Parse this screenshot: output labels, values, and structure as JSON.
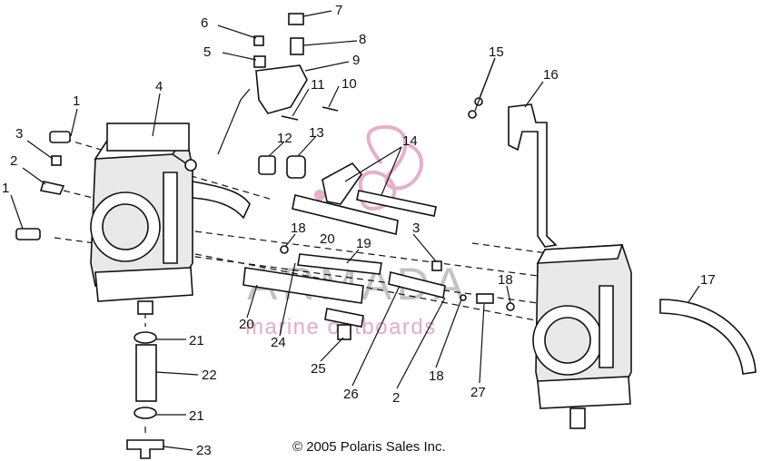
{
  "diagram": {
    "callouts": [
      "1",
      "4",
      "3",
      "2",
      "1",
      "6",
      "7",
      "5",
      "8",
      "9",
      "11",
      "10",
      "12",
      "13",
      "14",
      "18",
      "20",
      "19",
      "3",
      "15",
      "16",
      "17",
      "18",
      "20",
      "24",
      "21",
      "22",
      "21",
      "23",
      "25",
      "26",
      "2",
      "18",
      "27"
    ],
    "watermark": {
      "brand": "ARMADA",
      "tagline": "marine outboards",
      "accent_color": "#e2a2c2"
    },
    "copyright": "© 2005 Polaris Sales Inc."
  }
}
